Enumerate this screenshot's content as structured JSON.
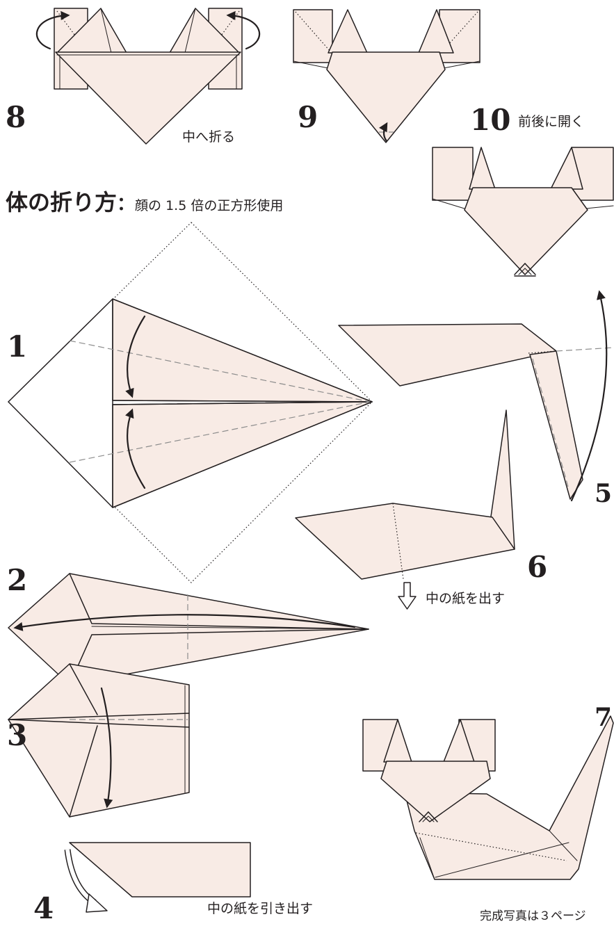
{
  "section": {
    "title": "体の折り方",
    "colon": "：",
    "subtitle": "顔の 1.5 倍の正方形使用"
  },
  "steps": {
    "s1": "1",
    "s2": "2",
    "s3": "3",
    "s4": "4",
    "s5": "5",
    "s6": "6",
    "s7": "7",
    "s8": "8",
    "s9": "9",
    "s10": "10"
  },
  "captions": {
    "fold_in": "中へ折る",
    "open_front_back": "前後に開く",
    "take_out_inner_paper": "中の紙を出す",
    "pull_out_inner_paper": "中の紙を引き出す",
    "photo_reference": "完成写真は３ページ"
  },
  "colors": {
    "paper": "#f8ebe5",
    "line": "#231f20",
    "crease": "#8c8c8c",
    "background": "#ffffff"
  },
  "icons": [
    "fold-arrow-icon",
    "hollow-arrow-icon",
    "dotted-guide-square"
  ]
}
